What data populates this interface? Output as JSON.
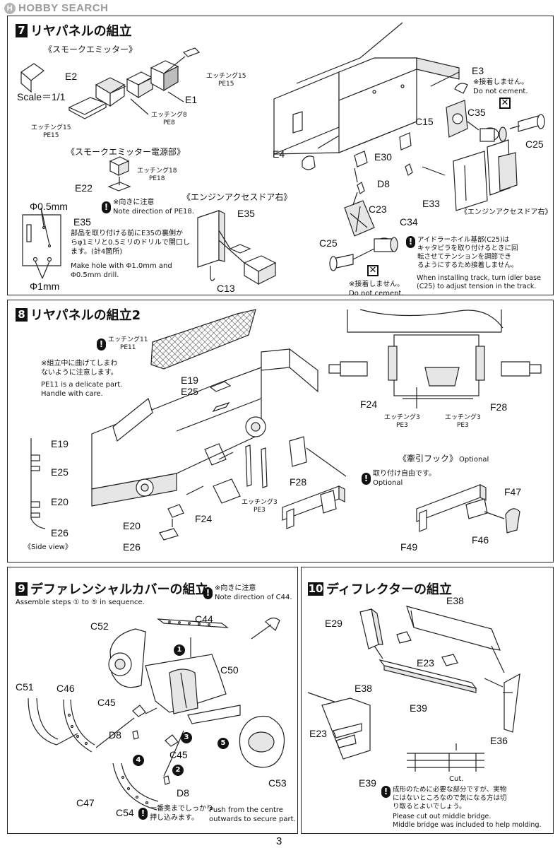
{
  "watermark": {
    "brand": "HOBBY SEARCH",
    "logo": "H"
  },
  "step7": {
    "number": "7",
    "title": "リヤパネルの組立",
    "smoke_emitter": "《スモークエミッター》",
    "scale": "Scale＝1/1",
    "parts": {
      "e2": "E2",
      "e1": "E1",
      "e3": "E3",
      "e4": "E4",
      "e22": "E22",
      "e30": "E30",
      "e33": "E33",
      "e35": "E35",
      "e35b": "E35",
      "c13": "C13",
      "c15": "C15",
      "c23": "C23",
      "c25a": "C25",
      "c25b": "C25",
      "c34": "C34",
      "c35": "C35",
      "d8": "D8"
    },
    "etch15a": {
      "l1": "エッチング15",
      "l2": "PE15"
    },
    "etch15b": {
      "l1": "エッチング15",
      "l2": "PE15"
    },
    "etch8": {
      "l1": "エッチング8",
      "l2": "PE8"
    },
    "power_title": "《スモークエミッター電源部》",
    "etch18": {
      "l1": "エッチング18",
      "l2": "PE18"
    },
    "dir_note": {
      "jp": "※向きに注意",
      "en": "Note direction of PE18."
    },
    "engine_door_title": "《エンジンアクセスドア右》",
    "engine_door_label": "《エンジンアクセスドア右》",
    "phi05": "Φ0.5mm",
    "phi1": "Φ1mm",
    "drill_jp": [
      "部品を取り付ける前にE35の裏側か",
      "らφ1ミリと0.5ミリのドリルで開口し",
      "ます。(計4箇所)"
    ],
    "drill_en": [
      "Make hole with Φ1.0mm and",
      "Φ0.5mm drill."
    ],
    "no_cement_1": {
      "jp": "※接着しません。",
      "en": "Do not cement."
    },
    "no_cement_2": {
      "jp": "※接着しません。",
      "en": "Do not cement."
    },
    "idler_jp": [
      "アイドラーホイル基部(C25)は",
      "キャタピラを取り付けるときに回",
      "転させてテンションを調節でき",
      "るようにするため接着しません。"
    ],
    "idler_en": [
      "When installing track, turn idler base",
      "(C25) to adjust tension in the track."
    ]
  },
  "step8": {
    "number": "8",
    "title": "リヤパネルの組立2",
    "etch11": {
      "l1": "エッチング11",
      "l2": "PE11"
    },
    "careful_jp": [
      "※組立中に曲げてしまわ",
      "ないように注意します。"
    ],
    "careful_en": [
      "PE11 is a delicate part.",
      "Handle with care."
    ],
    "parts": {
      "e19": "E19",
      "e25": "E25",
      "e19s": "E19",
      "e25s": "E25",
      "e20s": "E20",
      "e26s": "E26",
      "e20": "E20",
      "e26": "E26",
      "f24": "F24",
      "f28": "F28",
      "f24b": "F24",
      "f28b": "F28",
      "f49": "F49",
      "f46": "F46",
      "f47": "F47"
    },
    "etch3a": {
      "l1": "エッチング3",
      "l2": "PE3"
    },
    "etch3b": {
      "l1": "エッチング3",
      "l2": "PE3"
    },
    "etch3c": {
      "l1": "エッチング3",
      "l2": "PE3"
    },
    "side_view": "《Side view》",
    "tow_hook": "《牽引フック》",
    "optional_tag": "Optional",
    "optional_jp": "取り付け自由です。",
    "optional_en": "Optional"
  },
  "step9": {
    "number": "9",
    "title": "デファレンシャルカバーの組立",
    "sequence": "Assemble steps ① to ⑤ in sequence.",
    "dir_note": {
      "jp": "※向きに注意",
      "en": "Note direction of C44."
    },
    "parts": {
      "c44": "C44",
      "c52": "C52",
      "c50": "C50",
      "c51": "C51",
      "c46": "C46",
      "c45a": "C45",
      "c45b": "C45",
      "d8a": "D8",
      "d8b": "D8",
      "c47": "C47",
      "c53": "C53",
      "c54": "C54"
    },
    "steps": [
      "1",
      "2",
      "3",
      "4",
      "5"
    ],
    "push_jp": [
      "一番奥までしっかり",
      "押し込みます。"
    ],
    "push_en": [
      "Push from the centre",
      "outwards to secure part."
    ]
  },
  "step10": {
    "number": "10",
    "title": "ディフレクターの組立",
    "parts": {
      "e38": "E38",
      "e29": "E29",
      "e23": "E23",
      "e39": "E39",
      "e36": "E36",
      "e38b": "E38",
      "e23b": "E23",
      "e39b": "E39"
    },
    "cut": "Cut.",
    "bridge_jp": [
      "成形のために必要な部分ですが、実物",
      "にはないところなので気になる方は切",
      "り取るとよいでしょう。"
    ],
    "bridge_en": [
      "Please cut out middle bridge.",
      "Middle bridge was included to help molding."
    ]
  },
  "page_number": "3"
}
